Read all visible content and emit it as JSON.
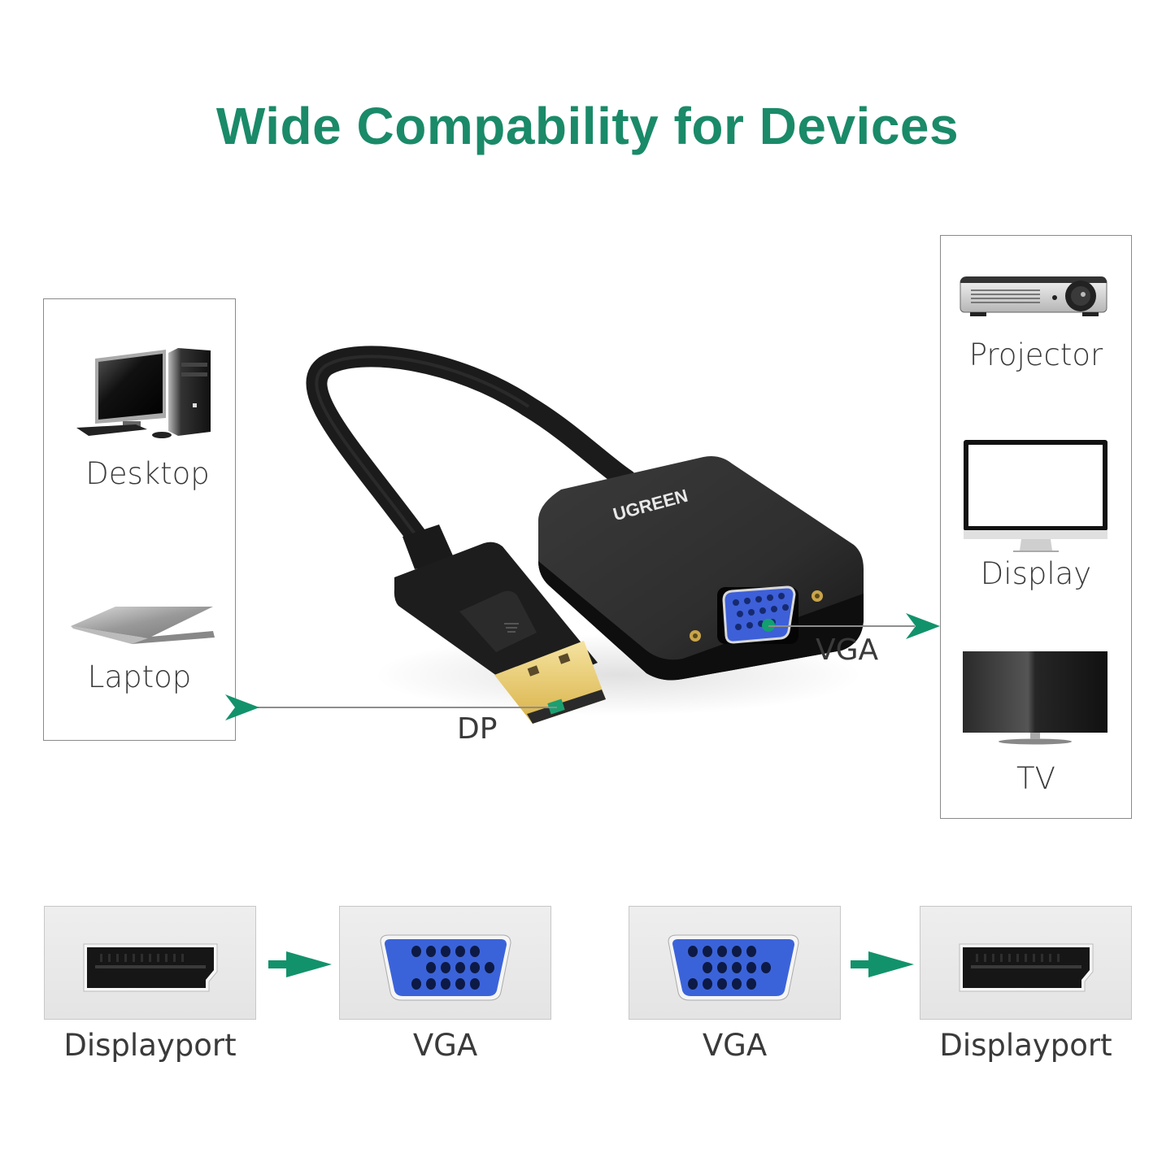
{
  "title": "Wide Compability for Devices",
  "colors": {
    "accent_green": "#1a8a68",
    "arrow_green": "#12926b",
    "vga_blue": "#3b63d9",
    "gold": "#e2c35c"
  },
  "source_devices": {
    "items": [
      {
        "label": "Desktop",
        "icon": "desktop-computer-icon"
      },
      {
        "label": "Laptop",
        "icon": "laptop-icon"
      }
    ]
  },
  "target_devices": {
    "items": [
      {
        "label": "Projector",
        "icon": "projector-icon"
      },
      {
        "label": "Display",
        "icon": "monitor-icon"
      },
      {
        "label": "TV",
        "icon": "tv-icon"
      }
    ]
  },
  "adapter": {
    "brand": "UGREEN",
    "input_label": "DP",
    "output_label": "VGA"
  },
  "conversions": [
    {
      "from": "Displayport",
      "to": "VGA"
    },
    {
      "from": "VGA",
      "to": "Displayport"
    }
  ]
}
